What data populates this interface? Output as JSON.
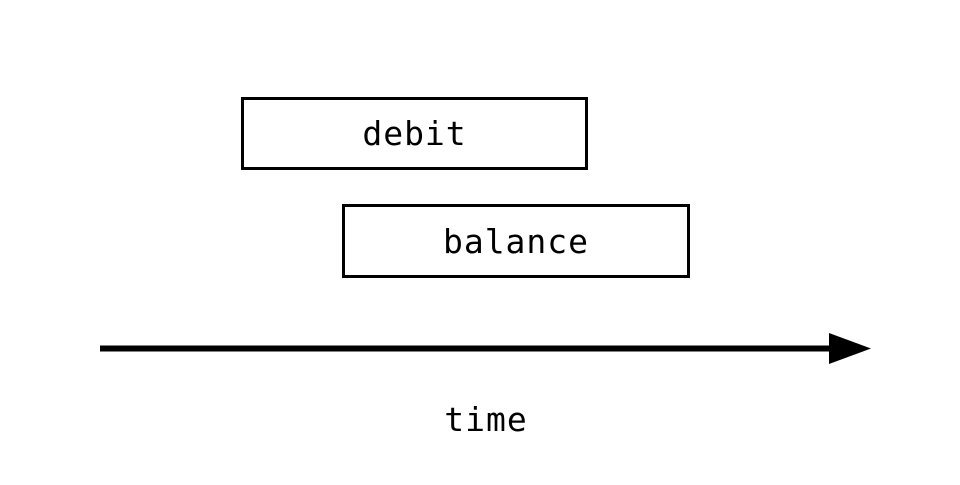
{
  "diagram": {
    "boxes": [
      {
        "label": "debit"
      },
      {
        "label": "balance"
      }
    ],
    "axis": {
      "label": "time",
      "direction": "right"
    },
    "colors": {
      "foreground": "#000000",
      "background": "#ffffff"
    }
  }
}
